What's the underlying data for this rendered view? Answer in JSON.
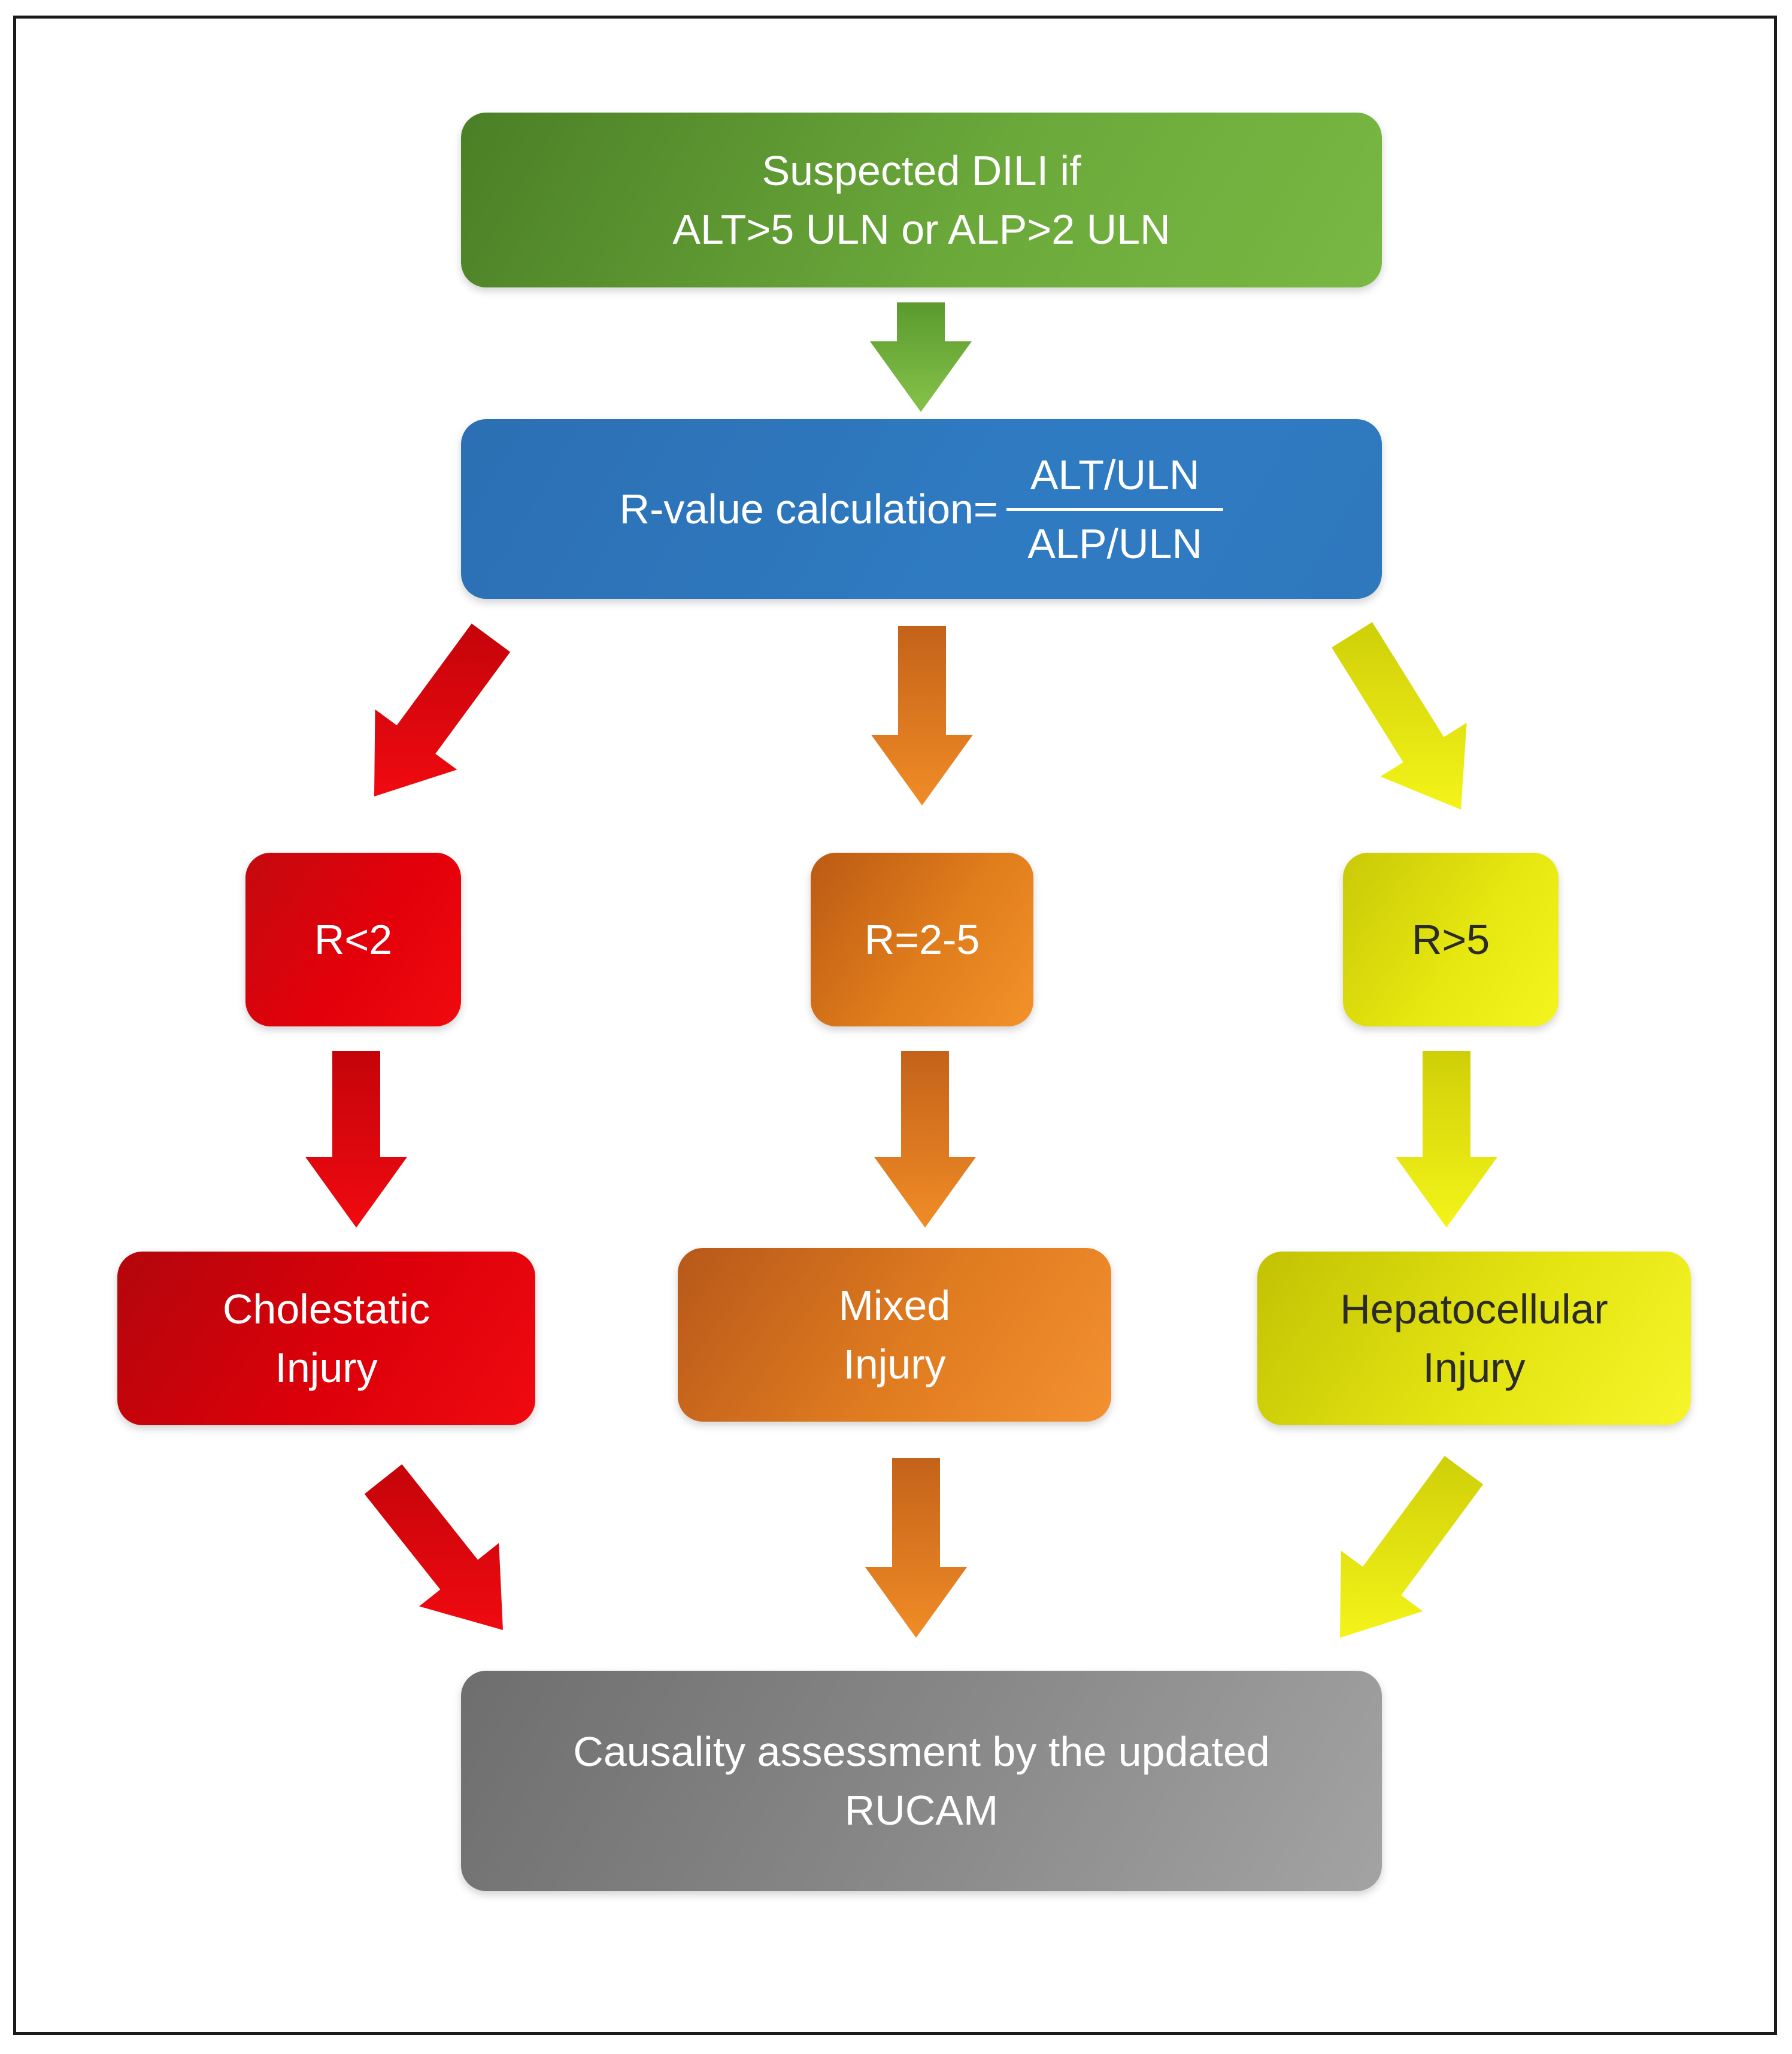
{
  "diagram": {
    "start": {
      "lines": [
        "Suspected DILI if",
        "ALT>5 ULN or  ALP>2 ULN"
      ]
    },
    "r_calc": {
      "label": "R-value calculation=",
      "numerator": "ALT/ULN",
      "denominator": "ALP/ULN"
    },
    "ranges": [
      {
        "label": "R<2"
      },
      {
        "label": "R=2-5"
      },
      {
        "label": "R>5"
      }
    ],
    "injuries": [
      {
        "lines": [
          "Cholestatic",
          "Injury"
        ]
      },
      {
        "lines": [
          "Mixed",
          "Injury"
        ]
      },
      {
        "lines": [
          "Hepatocellular",
          "Injury"
        ]
      }
    ],
    "final": {
      "lines": [
        "Causality assessment by the updated",
        "RUCAM"
      ]
    }
  },
  "colors": {
    "green": "#6aa83a",
    "blue": "#2f7bc2",
    "red": "#e3000a",
    "orange": "#e07d1c",
    "yellow": "#e6e610",
    "gray": "#8a8a8a"
  }
}
